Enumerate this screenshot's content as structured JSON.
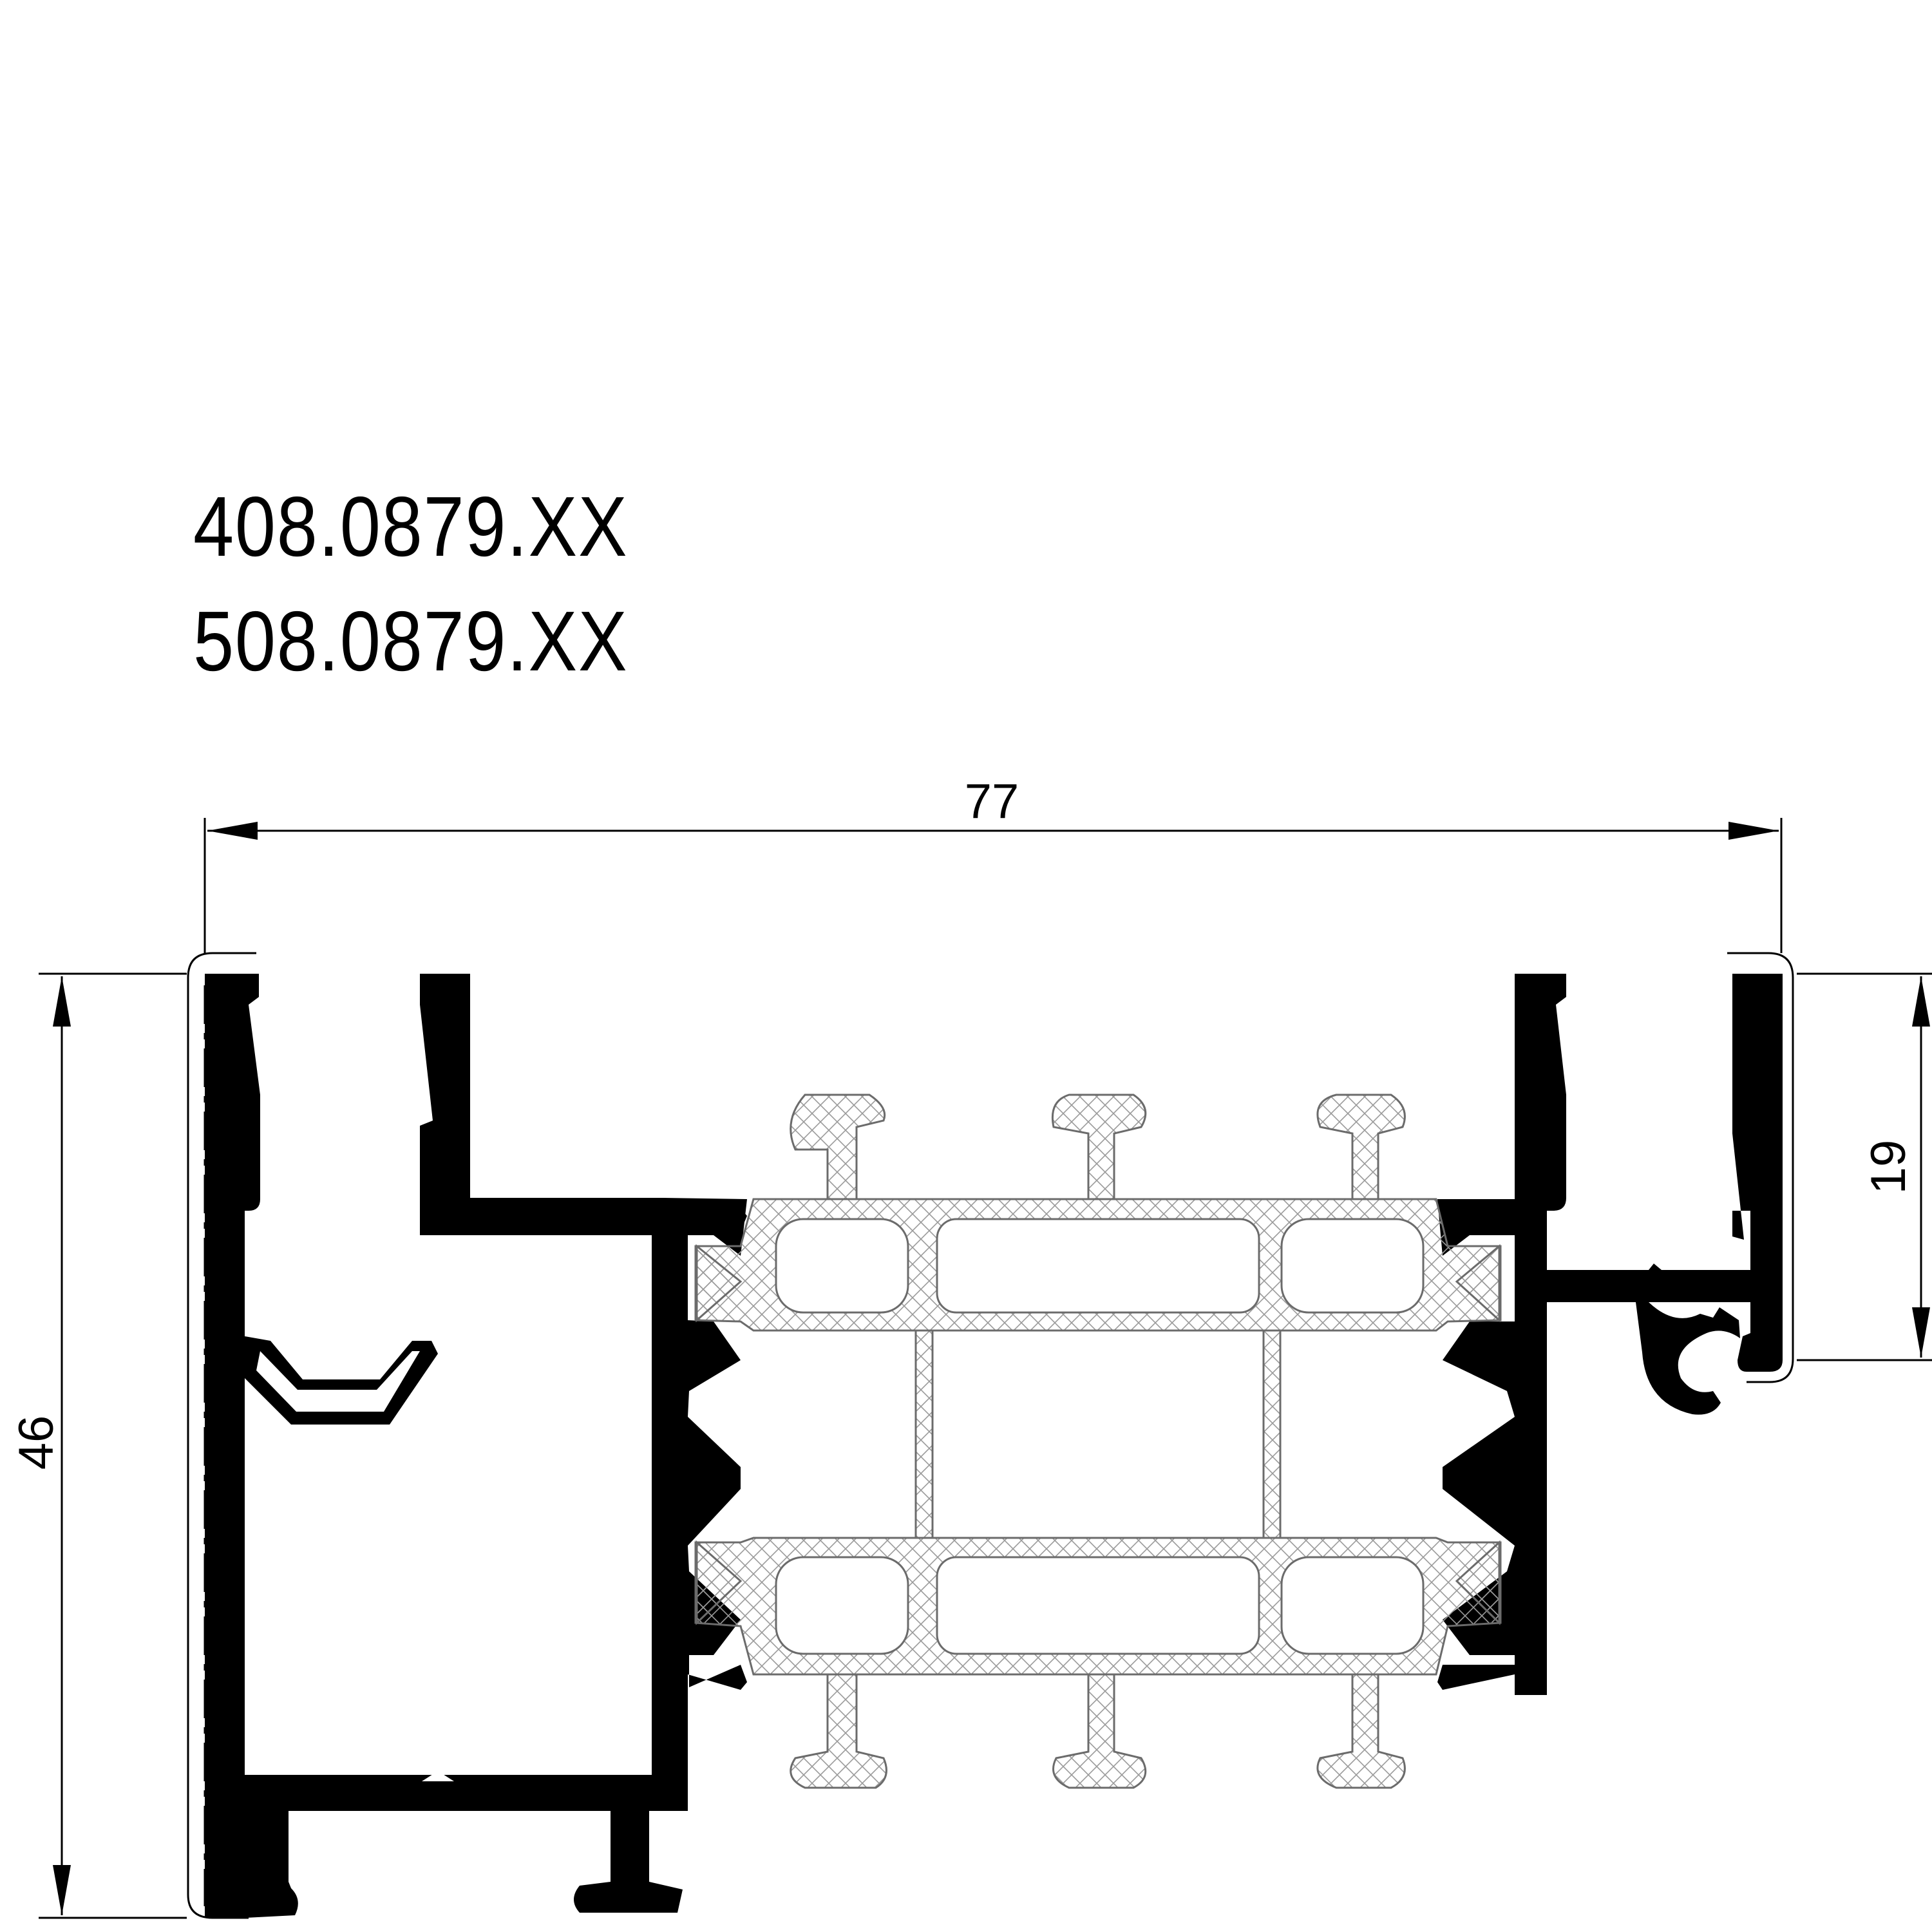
{
  "drawing": {
    "part_numbers": [
      "408.0879.XX",
      "508.0879.XX"
    ],
    "dimensions": {
      "overall_width": "77",
      "overall_height": "46",
      "channel_depth": "19"
    },
    "colors": {
      "profile": "#000000",
      "insulation_hatch": "#9a9a9a",
      "background": "#ffffff"
    }
  }
}
